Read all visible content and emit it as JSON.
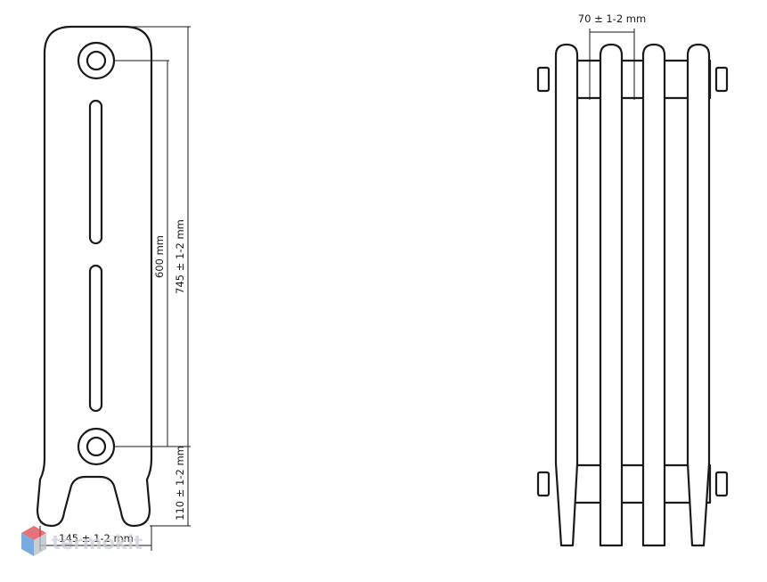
{
  "dimensions": {
    "front_width": "145 ± 1-2 mm",
    "axis_distance": "600 mm",
    "total_height": "745 ± 1-2 mm",
    "bottom_height": "110 ± 1-2 mm",
    "section_pitch": "70 ± 1-2 mm"
  },
  "watermark": {
    "text": "termokit",
    "colors": {
      "red": "#e0424b",
      "blue": "#4c8fd6",
      "gray": "#b8bec8"
    }
  },
  "icons": [
    "logo-cube-icon"
  ]
}
